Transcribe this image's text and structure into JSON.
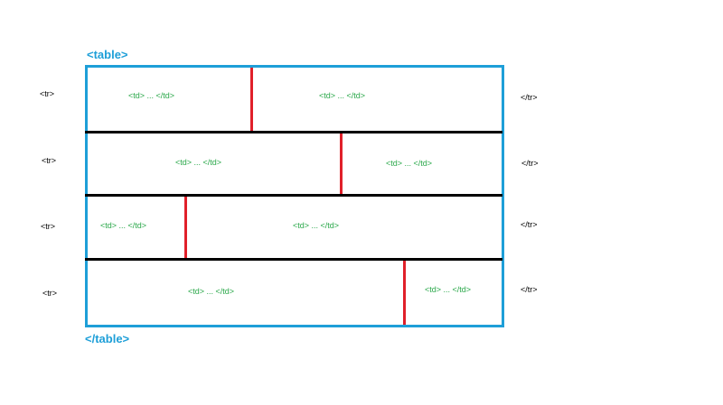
{
  "table_open": "<table>",
  "table_close": "</table>",
  "tr_open": "<tr>",
  "tr_close": "</tr>",
  "td": "<td> ... </td>",
  "colors": {
    "table_border": "#1e9fd8",
    "row_line": "#000000",
    "cell_line": "#e0202a",
    "td_text": "#2aa84a"
  }
}
